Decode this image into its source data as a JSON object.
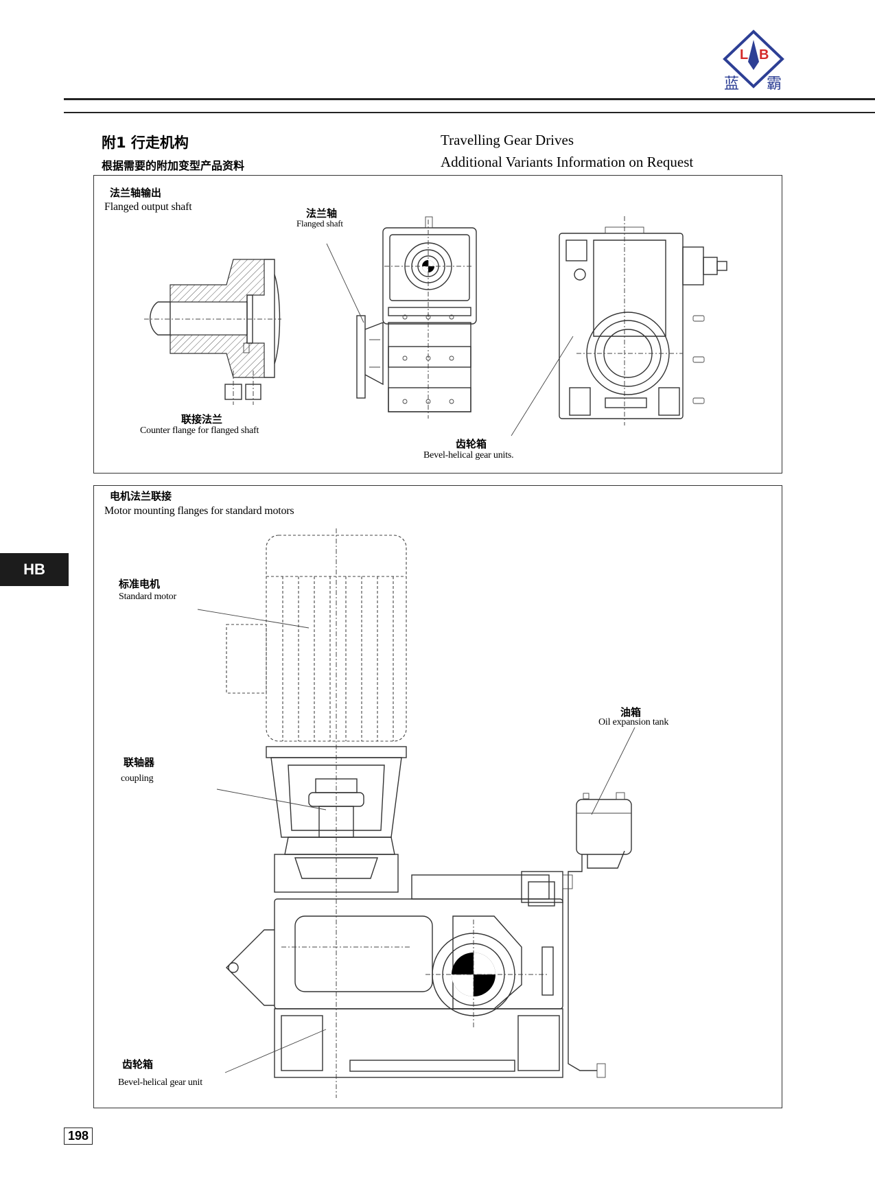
{
  "brand": {
    "logo_letters": [
      "L",
      "B"
    ],
    "logo_chars": [
      "蓝",
      "霸"
    ],
    "accent_color": "#d42a2a",
    "logo_blue": "#2d3f95"
  },
  "header": {
    "title_zh": "附1 行走机构",
    "subtitle_zh": "根据需要的附加变型产品资料",
    "title_en": "Travelling Gear Drives",
    "subtitle_en": "Additional Variants Information on Request"
  },
  "side_tab": {
    "label": "HB"
  },
  "panel1": {
    "heading_zh": "法兰轴输出",
    "heading_en": "Flanged output shaft",
    "labels": {
      "flanged_shaft_zh": "法兰轴",
      "flanged_shaft_en": "Flanged  shaft",
      "counter_flange_zh": "联接法兰",
      "counter_flange_en": "Counter flange for flanged shaft",
      "gear_units_zh": "齿轮箱",
      "gear_units_en": "Bevel-helical gear units."
    }
  },
  "panel2": {
    "heading_zh": "电机法兰联接",
    "heading_en": "Motor mounting flanges for standard motors",
    "labels": {
      "standard_motor_zh": "标准电机",
      "standard_motor_en": "Standard motor",
      "oil_tank_zh": "油箱",
      "oil_tank_en": "Oil expansion tank",
      "coupling_zh": "联轴器",
      "coupling_en": "coupling",
      "gear_unit_zh": "齿轮箱",
      "gear_unit_en": "Bevel-helical gear unit"
    }
  },
  "footer": {
    "page_number": "198"
  }
}
